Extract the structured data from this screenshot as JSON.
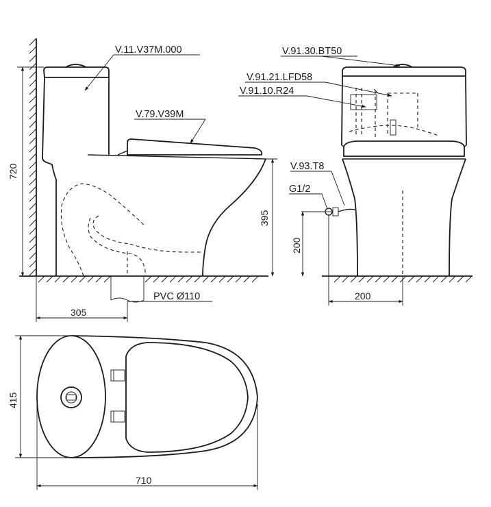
{
  "labels": {
    "tank_lid": "V.11.V37M.000",
    "seat": "V.79.V39M",
    "flush_button": "V.91.30.BT50",
    "fill_valve": "V.91.21.LFD58",
    "flush_valve": "V.91.10.R24",
    "angle_valve": "V.93.T8",
    "inlet_thread": "G1/2",
    "outlet": "PVC Ø110"
  },
  "dimensions": {
    "total_height": "720",
    "seat_height": "395",
    "outlet_offset": "305",
    "inlet_height": "200",
    "inlet_offset": "200",
    "width": "415",
    "length": "710"
  }
}
